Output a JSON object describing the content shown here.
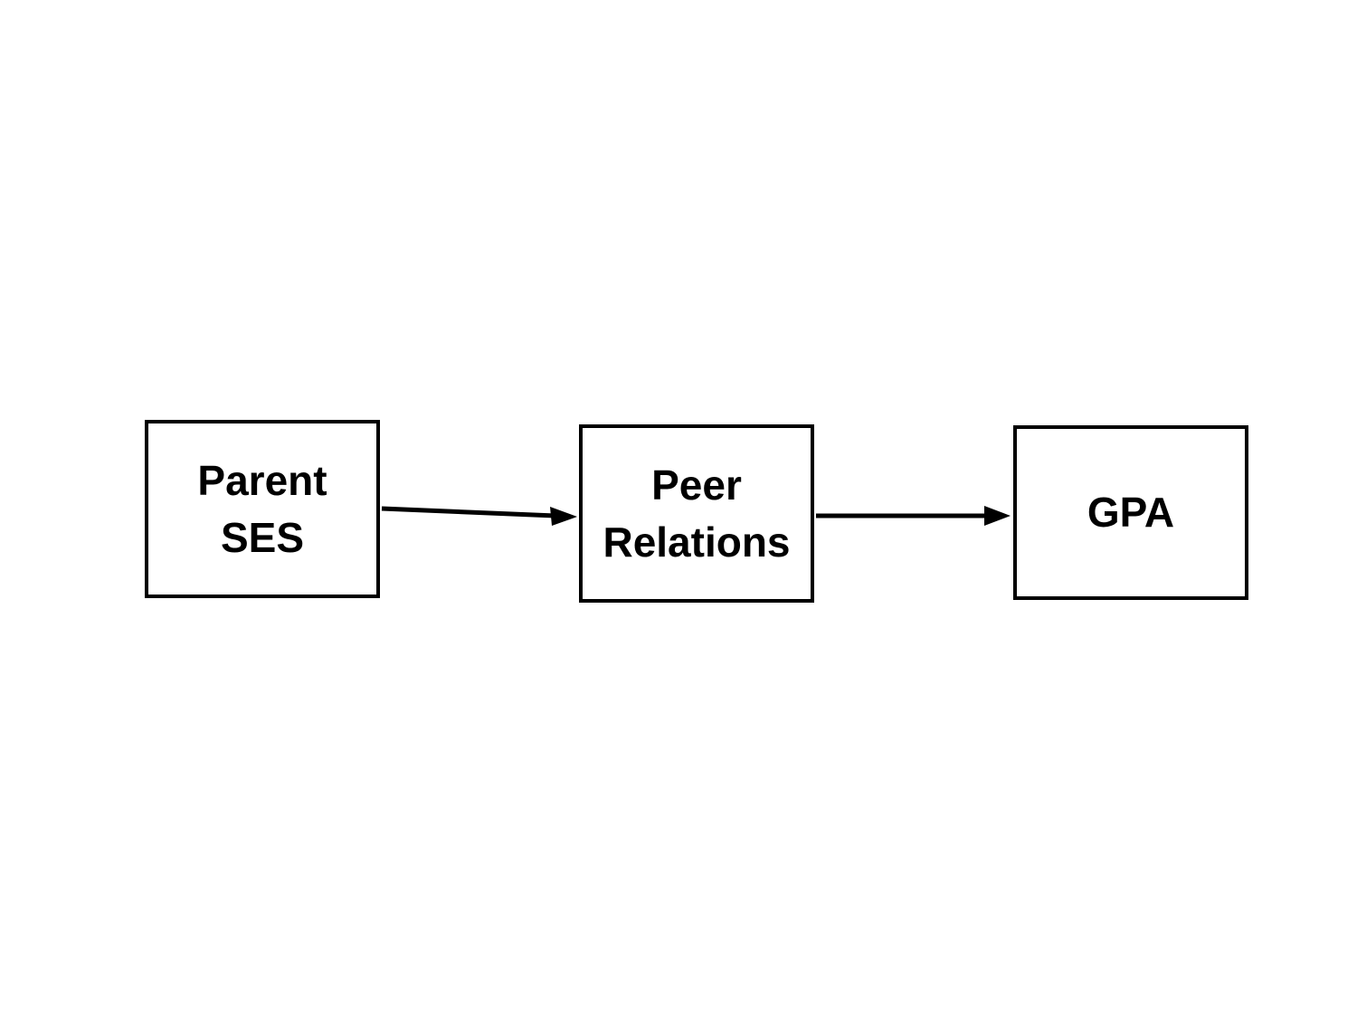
{
  "diagram": {
    "background_color": "#ffffff",
    "line_color": "#000000",
    "node_fill_color": "#ffffff",
    "nodes": [
      {
        "id": "parent-ses",
        "label": "Parent SES",
        "lines": {
          "0": "Parent",
          "1": "SES"
        }
      },
      {
        "id": "peer-relations",
        "label": "Peer Relations",
        "lines": {
          "0": "Peer",
          "1": "Relations"
        }
      },
      {
        "id": "gpa",
        "label": "GPA",
        "lines": {
          "0": "GPA"
        }
      }
    ],
    "edges": [
      {
        "from": "Parent SES",
        "to": "Peer Relations",
        "style": "arrow"
      },
      {
        "from": "Peer Relations",
        "to": "GPA",
        "style": "arrow"
      }
    ]
  }
}
